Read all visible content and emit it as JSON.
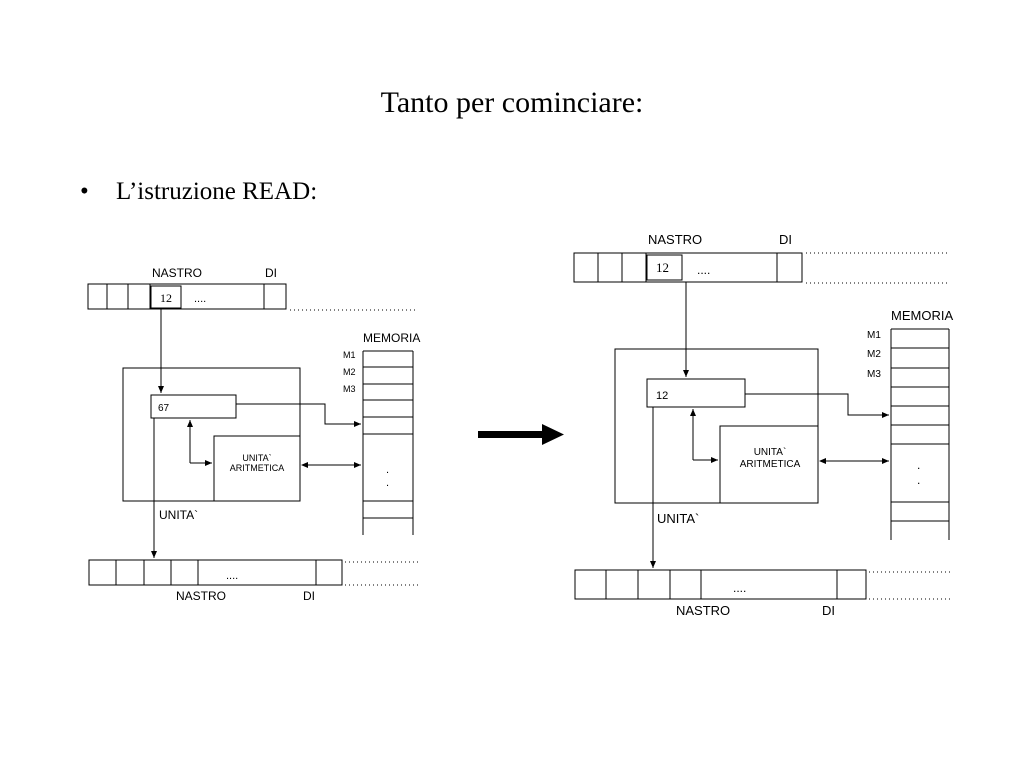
{
  "slide": {
    "title": "Tanto per cominciare:",
    "bullet": "L’istruzione READ:"
  },
  "before": {
    "input_tape": {
      "label_left": "NASTRO",
      "label_right": "DI",
      "value": "12",
      "ellipsis": "...."
    },
    "cpu": {
      "register_value": "67",
      "alu_line1": "UNITA`",
      "alu_line2": "ARITMETICA",
      "label": "UNITA`"
    },
    "memory": {
      "label": "MEMORIA",
      "cells": [
        "M1",
        "M2",
        "M3"
      ],
      "dot1": ".",
      "dot2": "."
    },
    "output_tape": {
      "label_left": "NASTRO",
      "label_right": "DI",
      "ellipsis": "...."
    }
  },
  "after": {
    "input_tape": {
      "label_left": "NASTRO",
      "label_right": "DI",
      "value": "12",
      "ellipsis": "...."
    },
    "cpu": {
      "register_value": "12",
      "alu_line1": "UNITA`",
      "alu_line2": "ARITMETICA",
      "label": "UNITA`"
    },
    "memory": {
      "label": "MEMORIA",
      "cells": [
        "M1",
        "M2",
        "M3"
      ],
      "dot1": ".",
      "dot2": "."
    },
    "output_tape": {
      "label_left": "NASTRO",
      "label_right": "DI",
      "ellipsis": "...."
    }
  }
}
